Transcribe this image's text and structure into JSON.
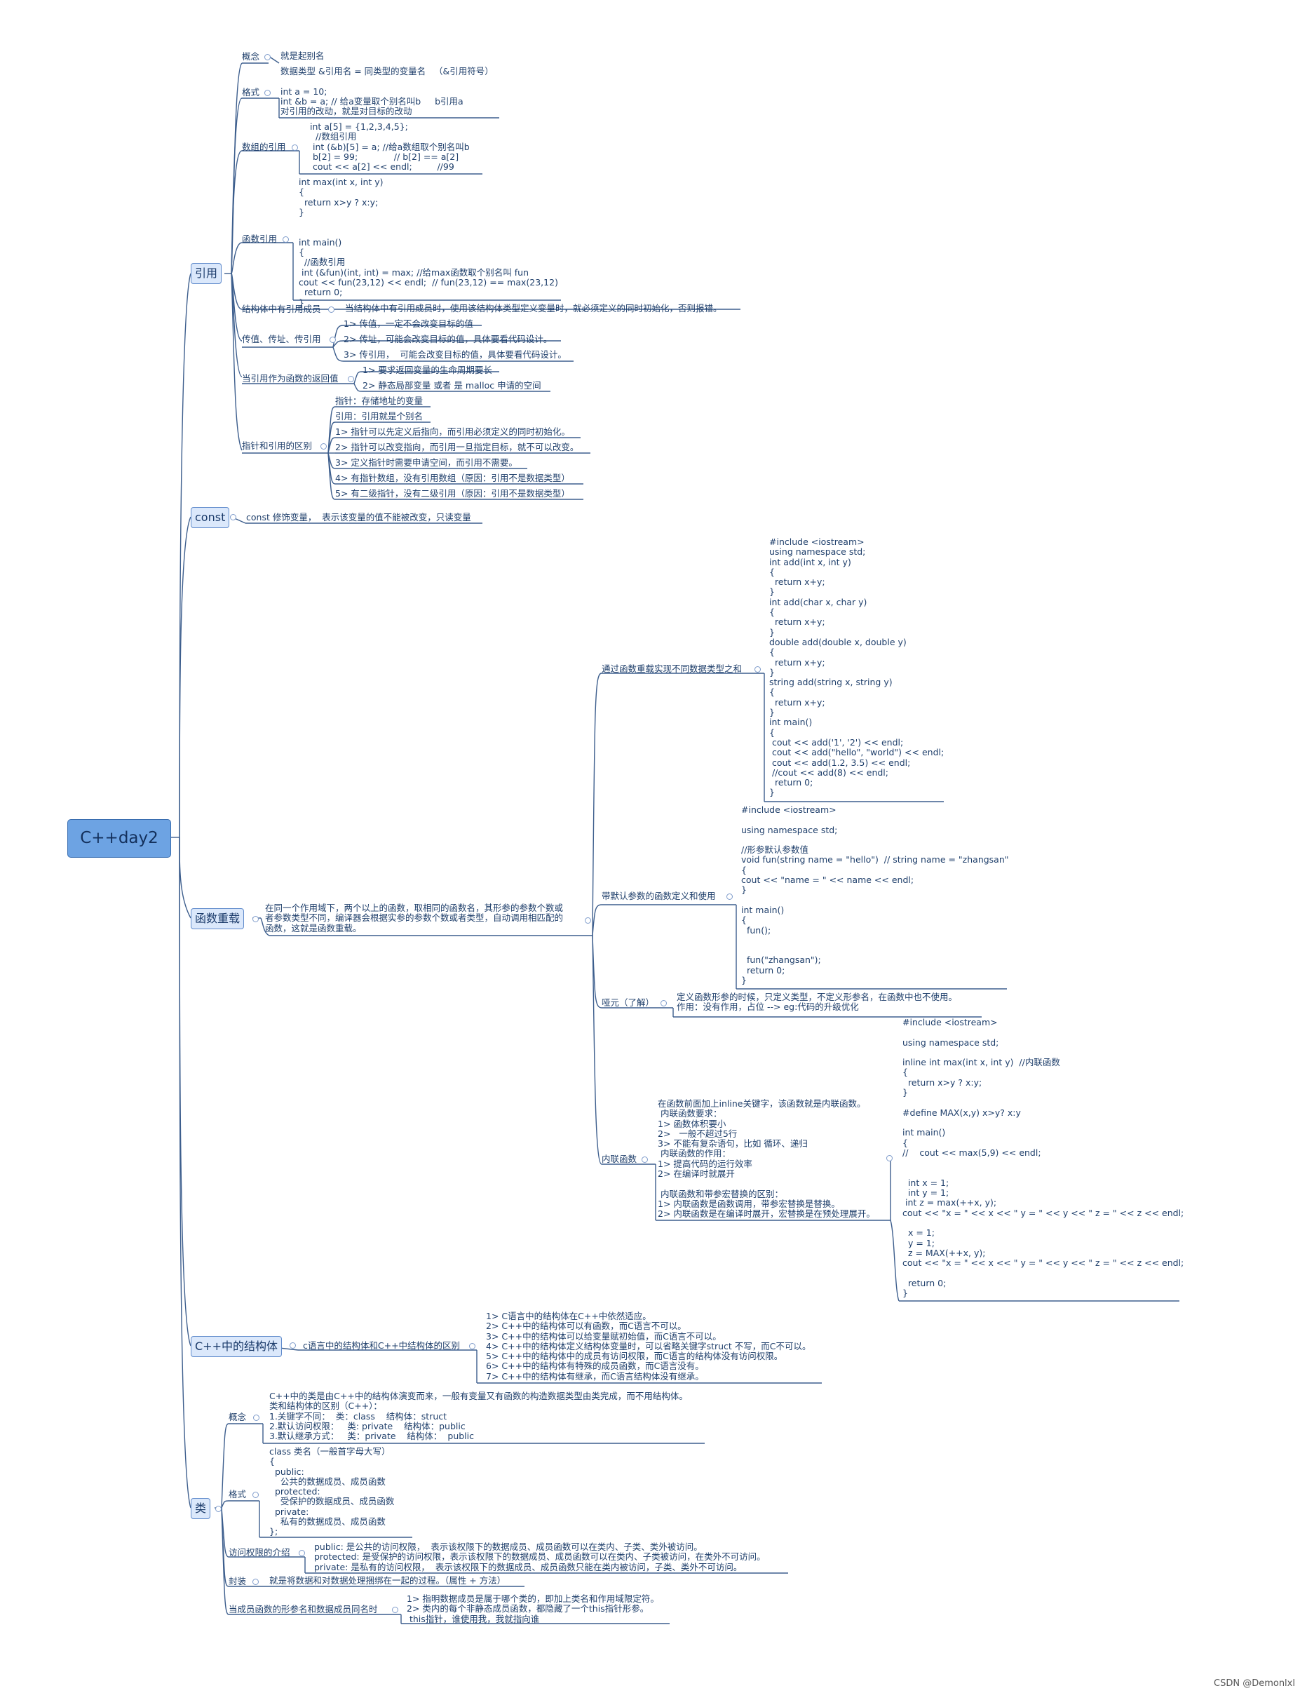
{
  "root": "C++day2",
  "main": {
    "ref": "引用",
    "const": "const",
    "overload": "函数重载",
    "struct": "C++中的结构体",
    "cls": "类"
  },
  "ref": {
    "concept": "概念",
    "concept_t": "就是起别名",
    "format": "格式",
    "format_t": "数据类型 &引用名 = 同类型的变量名   （&引用符号）\n\nint a = 10;\nint &b = a; // 给a变量取个别名叫b     b引用a\n对引用的改动，就是对目标的改动",
    "array": "数组的引用",
    "array_t": "int a[5] = {1,2,3,4,5};\n  //数组引用\n int (&b)[5] = a; //给a数组取个别名叫b\n b[2] = 99;             // b[2] == a[2]\n cout << a[2] << endl;         //99",
    "func": "函数引用",
    "func_t": "int max(int x, int y)\n{\n  return x>y ? x:y;\n}\n\n\nint main()\n{\n  //函数引用\n int (&fun)(int, int) = max; //给max函数取个别名叫 fun\ncout << fun(23,12) << endl;  // fun(23,12) == max(23,12)\n  return 0;\n}",
    "struct": "结构体中有引用成员",
    "struct_t": "当结构体中有引用成员时，使用该结构体类型定义变量时，就必须定义的同时初始化，否则报错。",
    "pass": "传值、传址、传引用",
    "pass_items": [
      "1> 传值，一定不会改变目标的值",
      "2> 传址，可能会改变目标的值，具体要看代码设计。",
      "3> 传引用，  可能会改变目标的值，具体要看代码设计。"
    ],
    "ret": "当引用作为函数的返回值",
    "ret_items": [
      "1> 要求返回变量的生命周期要长",
      "2> 静态局部变量 或者 是 malloc 申请的空间"
    ],
    "diff": "指针和引用的区别",
    "diff_items": [
      "指针：存储地址的变量",
      "引用：引用就是个别名",
      "1> 指针可以先定义后指向，而引用必须定义的同时初始化。",
      "2> 指针可以改变指向，而引用一旦指定目标，就不可以改变。",
      "3> 定义指针时需要申请空间，而引用不需要。",
      "4> 有指针数组，没有引用数组（原因：引用不是数据类型）",
      "5> 有二级指针，没有二级引用（原因：引用不是数据类型）"
    ]
  },
  "const_t": "const 修饰变量，  表示该变量的值不能被改变，只读变量",
  "ov": {
    "def": "在同一个作用域下，两个以上的函数，取相同的函数名，其形参的参数个数或\n者参数类型不同，编译器会根据实参的参数个数或者类型，自动调用相匹配的\n函数，这就是函数重载。",
    "impl": "通过函数重载实现不同数据类型之和",
    "impl_t": "#include <iostream>\nusing namespace std;\nint add(int x, int y)\n{\n  return x+y;\n}\nint add(char x, char y)\n{\n  return x+y;\n}\ndouble add(double x, double y)\n{\n  return x+y;\n}\nstring add(string x, string y)\n{\n  return x+y;\n}\nint main()\n{\n cout << add('1', '2') << endl;\n cout << add(\"hello\", \"world\") << endl;\n cout << add(1.2, 3.5) << endl;\n //cout << add(8) << endl;\n  return 0;\n}",
    "defarg": "带默认参数的函数定义和使用",
    "defarg_t": "#include <iostream>\n\nusing namespace std;\n\n//形参默认参数值\nvoid fun(string name = \"hello\")  // string name = \"zhangsan\"\n{\ncout << \"name = \" << name << endl;\n}\n\nint main()\n{\n  fun();\n\n\n  fun(\"zhangsan\");\n  return 0;\n}",
    "dummy": "哑元（了解）",
    "dummy_t": "定义函数形参的时候，只定义类型，不定义形参名，在函数中也不使用。\n作用：没有作用，占位 --> eg:代码的升级优化",
    "inline": "内联函数",
    "inline_t": "在函数前面加上inline关键字，该函数就是内联函数。\n 内联函数要求：\n1> 函数体积要小\n2>   一般不超过5行\n3> 不能有复杂语句，比如 循环、递归\n 内联函数的作用：\n1> 提高代码的运行效率\n2> 在编译时就展开\n\n 内联函数和带参宏替换的区别：\n1> 内联函数是函数调用，带参宏替换是替换。\n2> 内联函数是在编译时展开，宏替换是在预处理展开。",
    "inline_code": "#include <iostream>\n\nusing namespace std;\n\ninline int max(int x, int y)  //内联函数\n{\n  return x>y ? x:y;\n}\n\n#define MAX(x,y) x>y? x:y\n\nint main()\n{\n//    cout << max(5,9) << endl;\n\n\n  int x = 1;\n  int y = 1;\n int z = max(++x, y);\ncout << \"x = \" << x << \" y = \" << y << \" z = \" << z << endl;\n\n  x = 1;\n  y = 1;\n  z = MAX(++x, y);\ncout << \"x = \" << x << \" y = \" << y << \" z = \" << z << endl;\n\n  return 0;\n}"
  },
  "st": {
    "label": "c语言中的结构体和C++中结构体的区别",
    "items": "1> C语言中的结构体在C++中依然适应。\n2> C++中的结构体可以有函数，而C语言不可以。\n3> C++中的结构体可以给变量赋初始值，而C语言不可以。\n4> C++中的结构体定义结构体变量时，可以省略关键字struct 不写，而C不可以。\n5> C++中的结构体中的成员有访问权限，而C语言的结构体没有访问权限。\n6> C++中的结构体有特殊的成员函数，而C语言没有。\n7> C++中的结构体有继承，而C语言结构体没有继承。"
  },
  "cl": {
    "concept": "概念",
    "concept_t": "C++中的类是由C++中的结构体演变而来，一般有变量又有函数的构造数据类型由类完成，而不用结构体。\n类和结构体的区别（C++）：\n1.关键字不同：  类：class    结构体：struct\n2.默认访问权限：   类: private    结构体：public\n3.默认继承方式：   类：private    结构体：  public",
    "format": "格式",
    "format_t": "class 类名（一般首字母大写）\n{\n  public:\n    公共的数据成员、成员函数\n  protected:\n    受保护的数据成员、成员函数\n  private:\n    私有的数据成员、成员函数\n};",
    "access": "访问权限的介绍",
    "access_t": "public: 是公共的访问权限，  表示该权限下的数据成员、成员函数可以在类内、子类、类外被访问。\nprotected: 是受保护的访问权限，表示该权限下的数据成员、成员函数可以在类内、子类被访问，在类外不可访问。\nprivate: 是私有的访问权限，  表示该权限下的数据成员、成员函数只能在类内被访问，子类、类外不可访问。",
    "encap": "封装",
    "encap_t": "就是将数据和对数据处理捆绑在一起的过程。（属性 + 方法）",
    "same": "当成员函数的形参名和数据成员同名时",
    "same_t": "1> 指明数据成员是属于哪个类的，即加上类名和作用域限定符。\n2> 类内的每个非静态成员函数，都隐藏了一个this指针形参。\n this指针，谁使用我，我就指向谁"
  },
  "watermark": "CSDN @Demonlxl"
}
